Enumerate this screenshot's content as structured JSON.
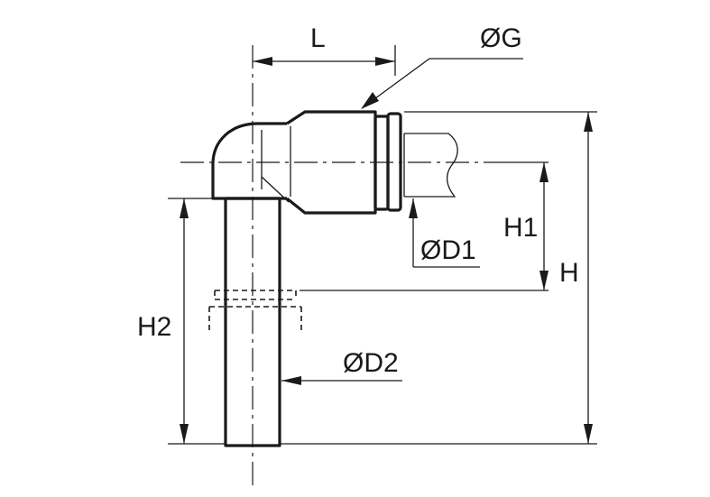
{
  "drawing": {
    "labels": {
      "L": "L",
      "G": "ØG",
      "D1": "ØD1",
      "H1": "H1",
      "H": "H",
      "H2": "H2",
      "D2": "ØD2"
    }
  }
}
